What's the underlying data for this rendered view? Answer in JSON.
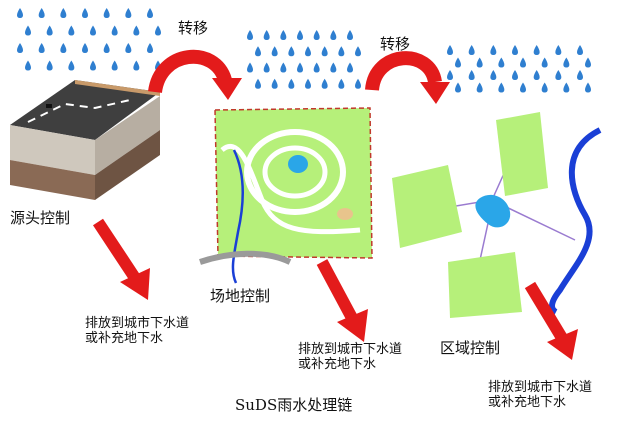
{
  "labels": {
    "transfer_left": "转移",
    "transfer_right": "转移",
    "source_control": "源头控制",
    "site_control": "场地控制",
    "regional_control": "区域控制",
    "discharge_1_line1": "排放到城市下水道",
    "discharge_1_line2": "或补充地下水",
    "discharge_2_line1": "排放到城市下水道",
    "discharge_2_line2": "或补充地下水",
    "discharge_3_line1": "排放到城市下水道",
    "discharge_3_line2": "或补充地下水",
    "caption": "SuDS雨水处理链"
  },
  "colors": {
    "rain": "#2f7fd0",
    "arrow_red": "#e31b1b",
    "land_green": "#b6f07a",
    "water_blue": "#2aa6e8",
    "river_blue": "#1a3fd6",
    "road": "#3f3f3f",
    "gravel": "#cfc8bd",
    "soil": "#8a6a55"
  }
}
